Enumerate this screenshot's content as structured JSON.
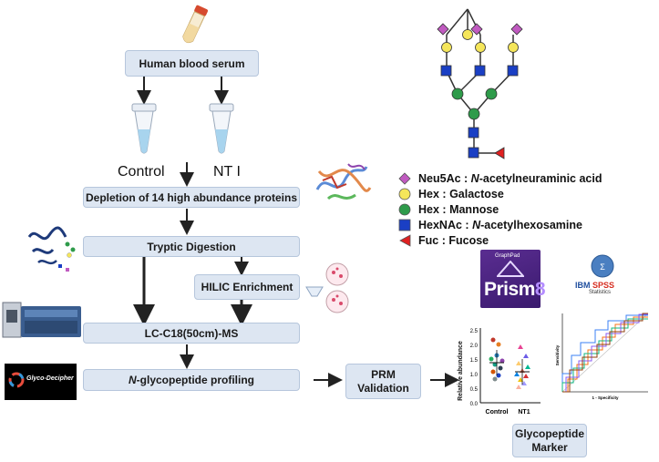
{
  "flow": {
    "serum": "Human blood serum",
    "control": "Control",
    "nt": "NT I",
    "depletion": "Depletion of 14 high abundance proteins",
    "tryptic": "Tryptic Digestion",
    "hilic": "HILIC Enrichment",
    "lcms": "LC-C18(50cm)-MS",
    "profiling_prefix": "N",
    "profiling_rest": "-glycopeptide profiling",
    "prm_line1": "PRM",
    "prm_line2": "Validation",
    "marker_line1": "Glycopeptide",
    "marker_line2": "Marker"
  },
  "legend": [
    {
      "short": "Neu5Ac :",
      "prefix": "N",
      "rest": "-acetylneuraminic acid",
      "color": "#c05ac0",
      "shape": "diamond-icon"
    },
    {
      "short": "Hex :",
      "prefix": "",
      "rest": "Galactose",
      "color": "#f5e65a",
      "shape": "circle-icon"
    },
    {
      "short": "Hex :",
      "prefix": "",
      "rest": "Mannose",
      "color": "#2e9b4a",
      "shape": "circle-icon"
    },
    {
      "short": "HexNAc :",
      "prefix": "N",
      "rest": "-acetylhexosamine",
      "color": "#1a3fc4",
      "shape": "square-icon"
    },
    {
      "short": "Fuc :",
      "prefix": "",
      "rest": "Fucose",
      "color": "#e02020",
      "shape": "triangle-icon"
    }
  ],
  "software": {
    "glyco": "Glyco-Decipher",
    "prism_small": "GraphPad",
    "prism": "Prism",
    "prism_ver": "8",
    "ibm": "IBM",
    "spss": "SPSS",
    "statistics": "Statistics"
  },
  "scatter_chart": {
    "ylabel": "Relative abundance",
    "yticks": [
      "2.5",
      "2.0",
      "1.5",
      "1.0",
      "0.5",
      "0.0"
    ],
    "categories": [
      "Control",
      "NT1"
    ]
  },
  "roc_chart": {
    "xlabel": "1 - Specificity",
    "ylabel": "Sensitivity"
  }
}
